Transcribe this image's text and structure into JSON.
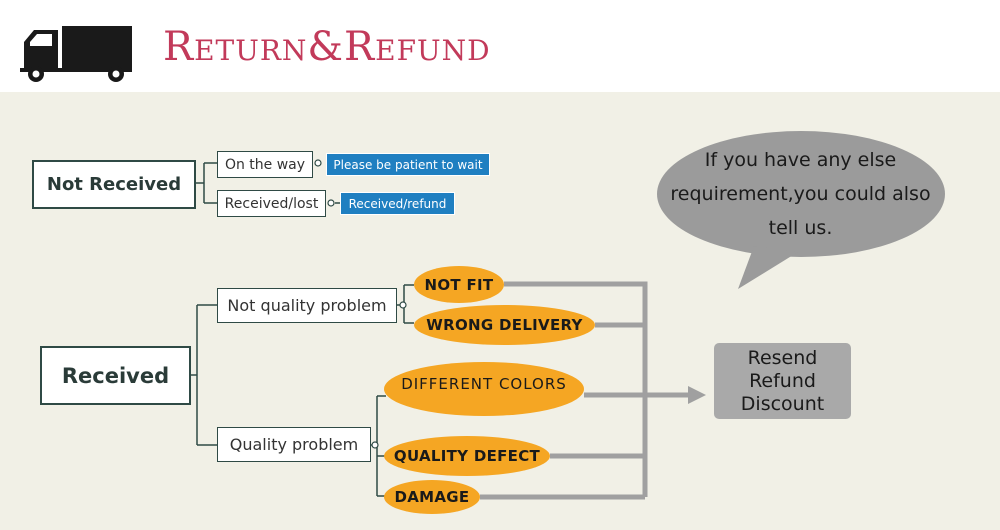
{
  "header": {
    "title": "Return&Refund",
    "icon": "truck-icon"
  },
  "not_received": {
    "label": "Not Received",
    "options": [
      {
        "label": "On the way",
        "action": "Please be patient to wait"
      },
      {
        "label": "Received/lost",
        "action": "Received/refund"
      }
    ]
  },
  "received": {
    "label": "Received",
    "branches": [
      {
        "label": "Not quality problem",
        "reasons": [
          "NOT FIT",
          "WRONG DELIVERY"
        ]
      },
      {
        "label": "Quality problem",
        "reasons": [
          "DIFFERENT COLORS",
          "QUALITY DEFECT",
          "DAMAGE"
        ]
      }
    ]
  },
  "result": {
    "lines": [
      "Resend",
      "Refund",
      "Discount"
    ]
  },
  "bubble": {
    "lines": [
      "If you have any else",
      "requirement,you could also",
      "tell us."
    ]
  },
  "colors": {
    "title": "#c23a5a",
    "box_border": "#2f4a45",
    "tag_blue": "#1f7fc1",
    "pill_orange": "#f5a623",
    "bubble_gray": "#9b9b9b",
    "connector_gray": "#a0a0a0",
    "result_gray": "#a9a9a9"
  }
}
